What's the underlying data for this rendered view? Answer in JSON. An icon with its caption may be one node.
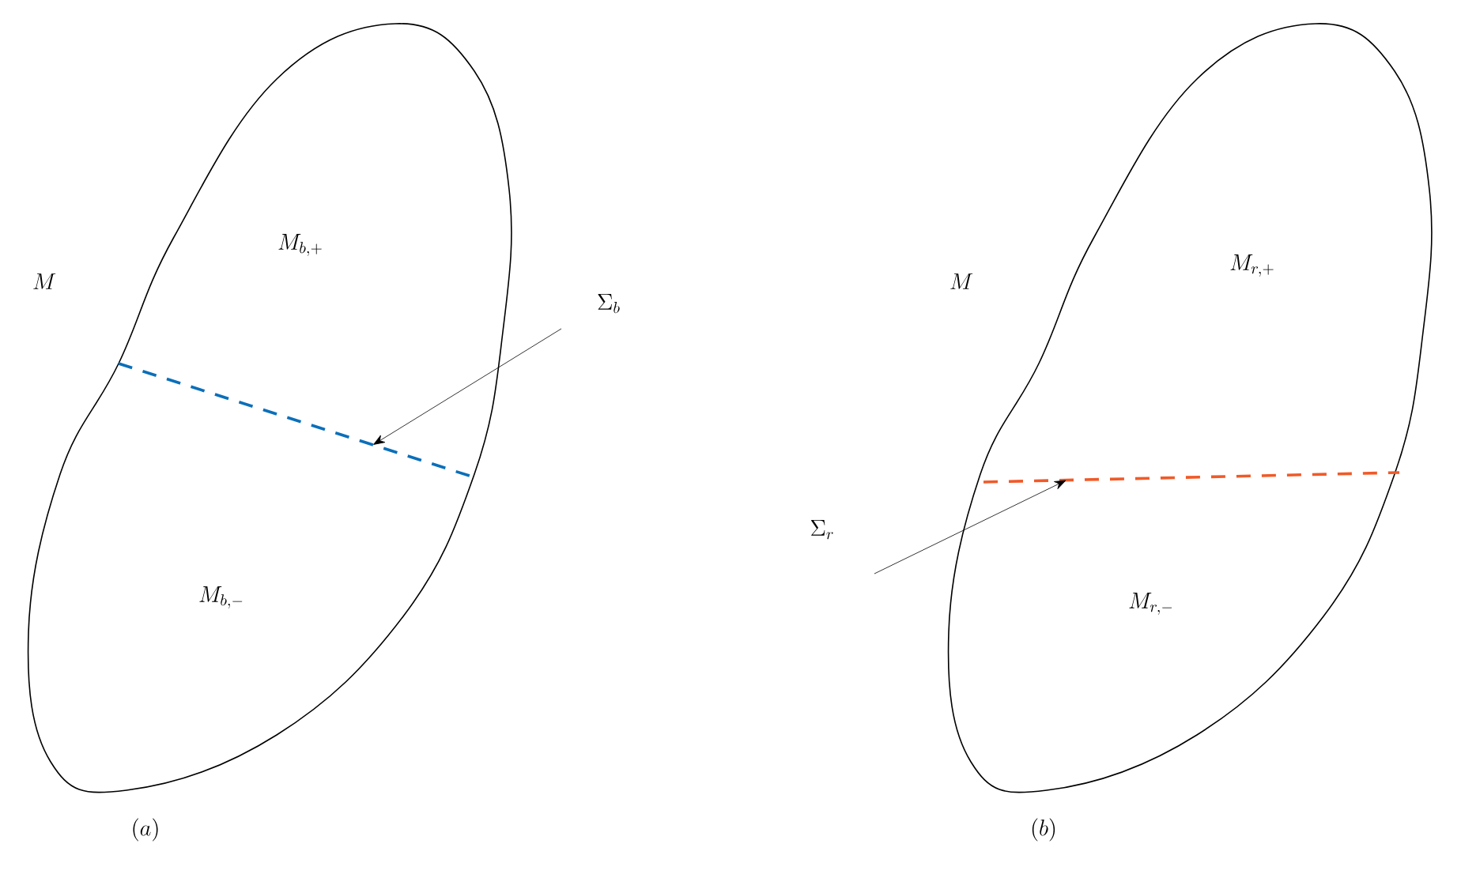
{
  "diagram": {
    "nodes": [
      {
        "text": [
          "M_{b,+}",
          "M_{b,-}"
        ]
      },
      {
        "text": [
          "\\Sigma_b"
        ]
      },
      {
        "text": [],
        "shape": "line",
        "in": 0
      },
      {
        "text": [
          "M_{r,+}",
          "M_{r,-}"
        ]
      },
      {
        "text": [
          "\\Sigma_r"
        ]
      },
      {
        "text": [],
        "shape": "line",
        "in": 3
      }
    ],
    "edges": [
      {
        "from": 1,
        "to": 2,
        "arrow": "to"
      },
      {
        "from": 4,
        "to": 5,
        "arrow": "to"
      }
    ],
    "labels": [
      "M",
      "(a)",
      "M",
      "(b)"
    ]
  }
}
